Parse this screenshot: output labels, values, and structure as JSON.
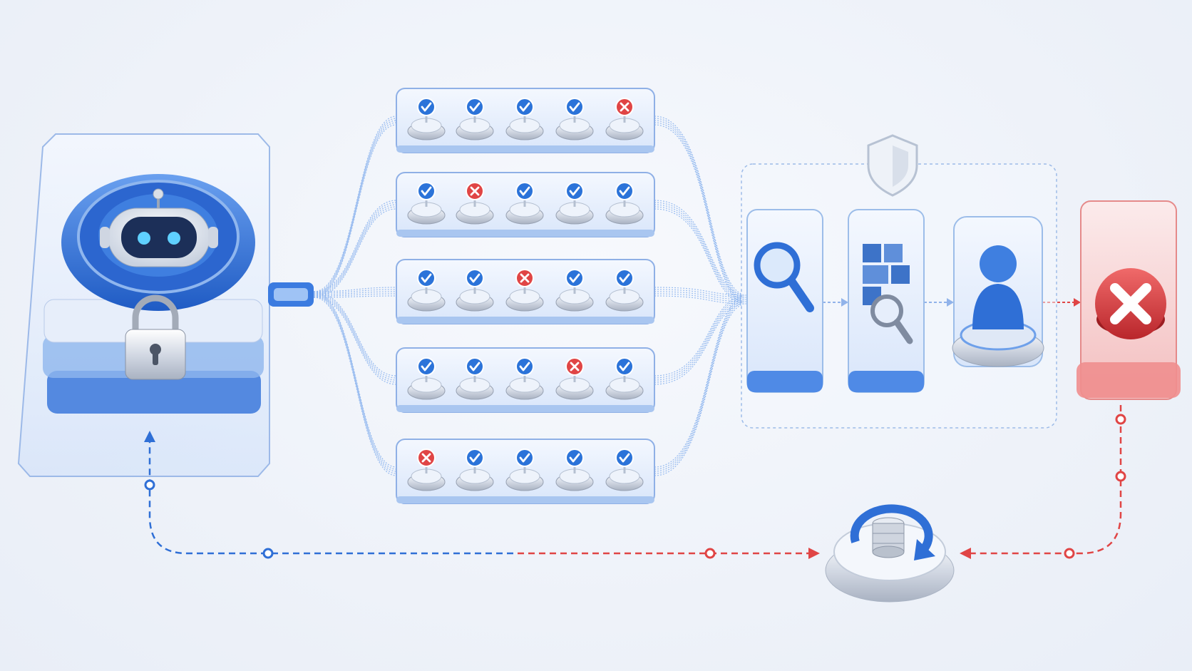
{
  "diagram": {
    "text_labels": [],
    "colors": {
      "background": "#eef2f9",
      "primary_blue": "#2f6fd6",
      "light_blue": "#8fb6ee",
      "glass": "#dbe7fb",
      "pass": "#2b73d9",
      "fail": "#e04545",
      "silver": "#c5ccd8"
    },
    "source_node": {
      "name": "ai-agent-core",
      "icons": [
        "robot-icon",
        "padlock-icon"
      ]
    },
    "check_rows": [
      {
        "results": [
          "pass",
          "pass",
          "pass",
          "pass",
          "fail"
        ]
      },
      {
        "results": [
          "pass",
          "fail",
          "pass",
          "pass",
          "pass"
        ]
      },
      {
        "results": [
          "pass",
          "pass",
          "fail",
          "pass",
          "pass"
        ]
      },
      {
        "results": [
          "pass",
          "pass",
          "pass",
          "fail",
          "pass"
        ]
      },
      {
        "results": [
          "fail",
          "pass",
          "pass",
          "pass",
          "pass"
        ]
      }
    ],
    "review_group": {
      "icon": "shield-icon",
      "stages": [
        {
          "icon": "magnifier-icon"
        },
        {
          "icon": "document-search-icon"
        },
        {
          "icon": "human-reviewer-icon"
        }
      ]
    },
    "reject_node": {
      "icon": "reject-x-icon",
      "color": "#e04545"
    },
    "feedback_node": {
      "icon": "database-refresh-icon"
    },
    "flows": [
      {
        "from": "reject-node",
        "to": "feedback-node",
        "style": "dashed",
        "color": "#e04545"
      },
      {
        "from": "feedback-node",
        "to": "ai-agent-core",
        "style": "dashed",
        "color": "#2f6fd6"
      }
    ]
  }
}
